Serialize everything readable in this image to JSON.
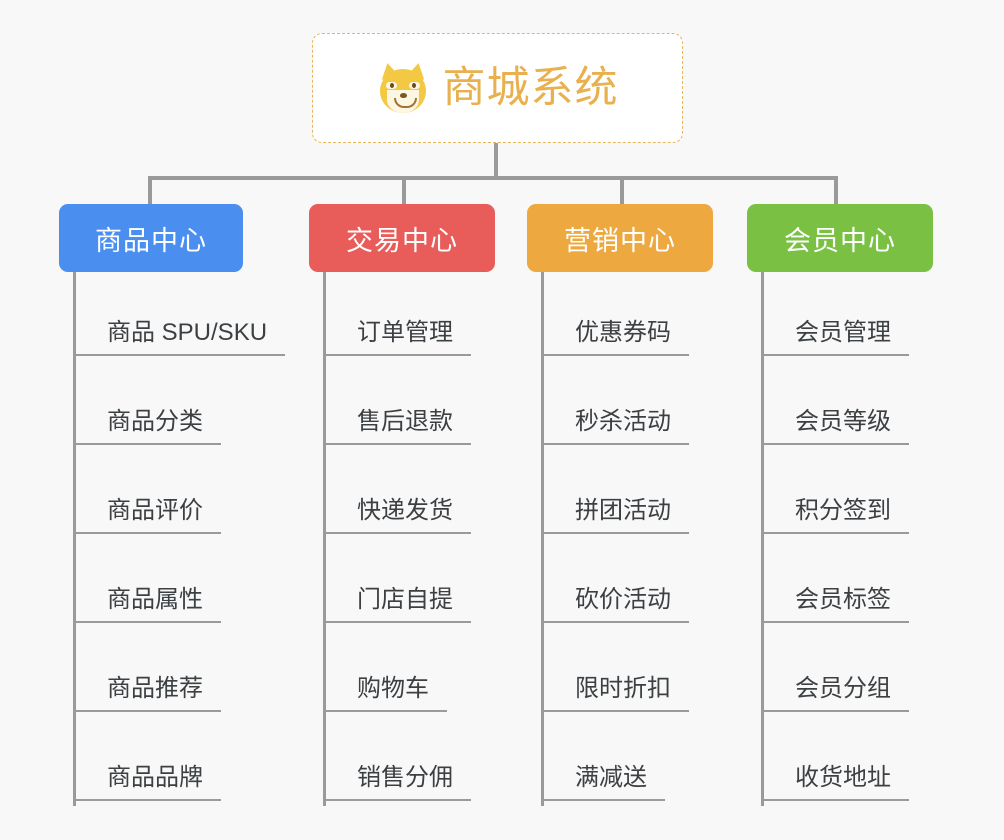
{
  "page": {
    "background_color": "#f8f8f8",
    "title": "商城系统"
  },
  "root": {
    "label": "商城系统",
    "icon": "shiba-dog-face-emoji",
    "text_color": "#e8b04e",
    "border_color": "#e8b55a",
    "background_color": "#ffffff"
  },
  "connector": {
    "color": "#9a9a9a"
  },
  "branches": [
    {
      "label": "商品中心",
      "color": "#4a8ef0",
      "text_color": "#ffffff",
      "leaves": [
        "商品 SPU/SKU",
        "商品分类",
        "商品评价",
        "商品属性",
        "商品推荐",
        "商品品牌"
      ]
    },
    {
      "label": "交易中心",
      "color": "#e85d5a",
      "text_color": "#ffffff",
      "leaves": [
        "订单管理",
        "售后退款",
        "快递发货",
        "门店自提",
        "购物车",
        "销售分佣"
      ]
    },
    {
      "label": "营销中心",
      "color": "#eda93f",
      "text_color": "#ffffff",
      "leaves": [
        "优惠券码",
        "秒杀活动",
        "拼团活动",
        "砍价活动",
        "限时折扣",
        "满减送"
      ]
    },
    {
      "label": "会员中心",
      "color": "#7ac143",
      "text_color": "#ffffff",
      "leaves": [
        "会员管理",
        "会员等级",
        "积分签到",
        "会员标签",
        "会员分组",
        "收货地址"
      ]
    }
  ]
}
